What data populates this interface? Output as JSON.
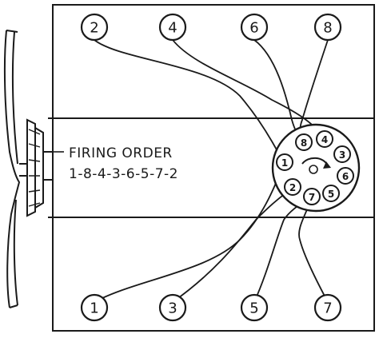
{
  "diagram": {
    "firing_order_title": "FIRING ORDER",
    "firing_order_sequence": "1-8-4-3-6-5-7-2",
    "top_bank_cylinders": [
      "2",
      "4",
      "6",
      "8"
    ],
    "bottom_bank_cylinders": [
      "1",
      "3",
      "5",
      "7"
    ],
    "distributor_terminals": [
      "8",
      "4",
      "3",
      "6",
      "5",
      "7",
      "2",
      "1"
    ]
  }
}
